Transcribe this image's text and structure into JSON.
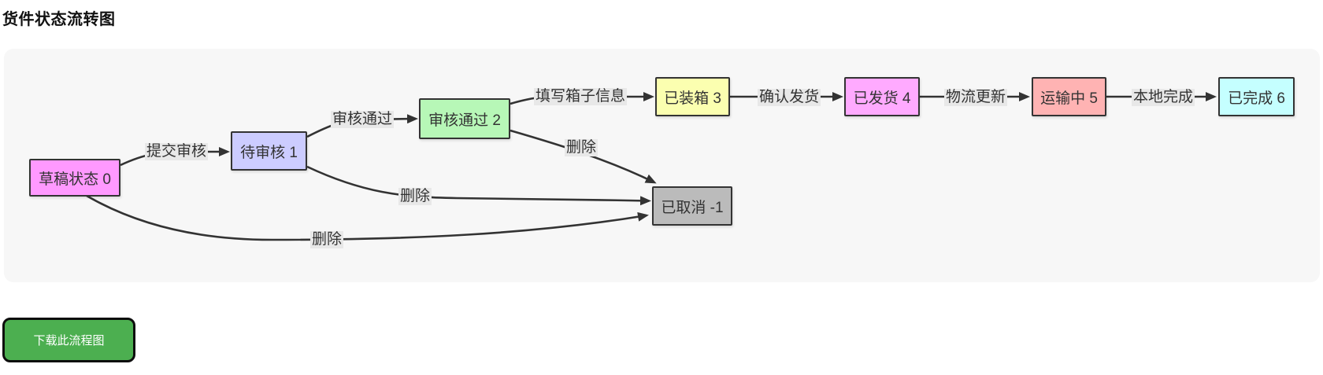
{
  "title": "货件状态流转图",
  "diagram": {
    "type": "flowchart",
    "canvas_bg": "#f7f7f7",
    "line_color": "#333333",
    "edge_label_bg": "#e8e8e8",
    "nodes": [
      {
        "id": "0",
        "label": "草稿状态 0",
        "fill": "#ff99ff"
      },
      {
        "id": "1",
        "label": "待审核 1",
        "fill": "#ccccff"
      },
      {
        "id": "2",
        "label": "审核通过 2",
        "fill": "#b7f7b7"
      },
      {
        "id": "3",
        "label": "已装箱 3",
        "fill": "#fbffb0"
      },
      {
        "id": "4",
        "label": "已发货 4",
        "fill": "#ffaaff"
      },
      {
        "id": "5",
        "label": "运输中 5",
        "fill": "#ffb3b3"
      },
      {
        "id": "6",
        "label": "已完成 6",
        "fill": "#c5ffff"
      },
      {
        "id": "-1",
        "label": "已取消 -1",
        "fill": "#bbbbbb"
      }
    ],
    "edges": [
      {
        "from": "草稿状态 0",
        "to": "待审核 1",
        "label": "提交审核"
      },
      {
        "from": "待审核 1",
        "to": "审核通过 2",
        "label": "审核通过"
      },
      {
        "from": "审核通过 2",
        "to": "已装箱 3",
        "label": "填写箱子信息"
      },
      {
        "from": "已装箱 3",
        "to": "已发货 4",
        "label": "确认发货"
      },
      {
        "from": "已发货 4",
        "to": "运输中 5",
        "label": "物流更新"
      },
      {
        "from": "运输中 5",
        "to": "已完成 6",
        "label": "本地完成"
      },
      {
        "from": "审核通过 2",
        "to": "已取消 -1",
        "label": "删除"
      },
      {
        "from": "待审核 1",
        "to": "已取消 -1",
        "label": "删除"
      },
      {
        "from": "草稿状态 0",
        "to": "已取消 -1",
        "label": "删除"
      }
    ]
  },
  "download_button": {
    "label": "下载此流程图",
    "bg": "#4caf50",
    "text_color": "#ffffff"
  }
}
